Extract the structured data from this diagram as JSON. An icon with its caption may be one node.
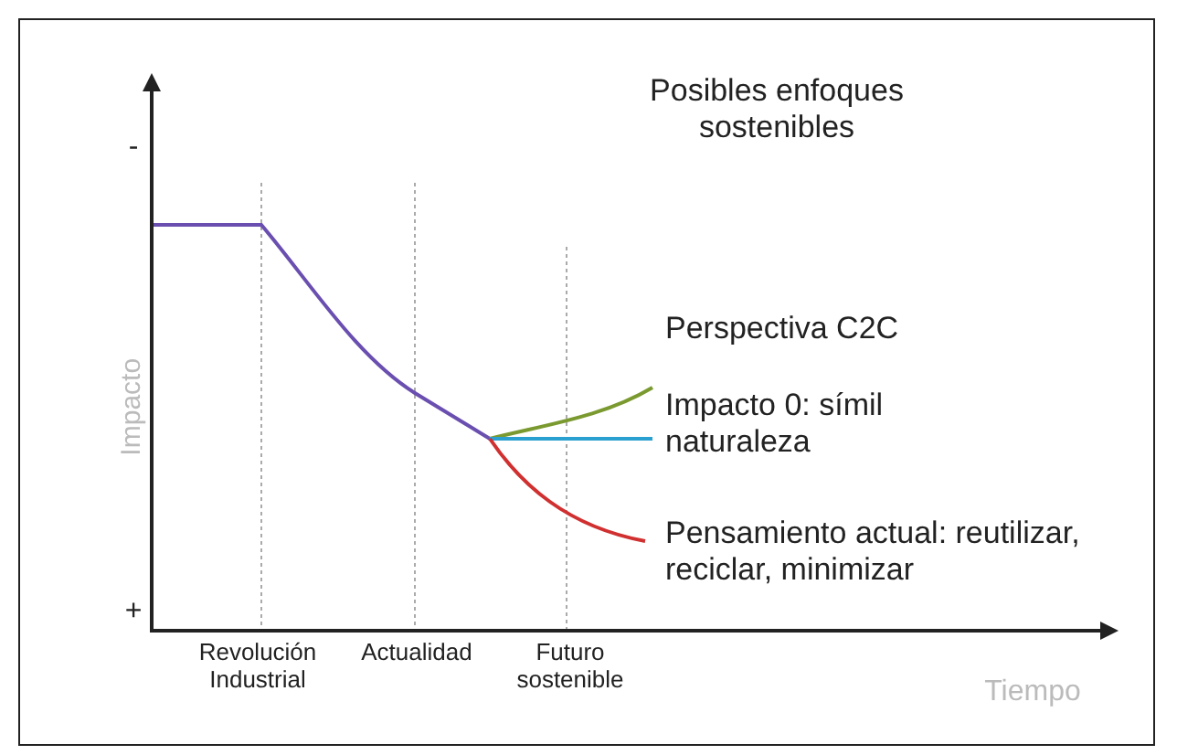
{
  "diagram": {
    "labels": [
      "Posibles enfoques sostenibles",
      "-",
      "Perspectiva C2C",
      "Impacto",
      "Impacto 0: símil naturaleza",
      "Pensamiento actual: reutilizar, reciclar, minimizar",
      "+",
      "Revolución Industrial",
      "Actualidad",
      "Futuro sostenible",
      "Tiempo"
    ]
  }
}
